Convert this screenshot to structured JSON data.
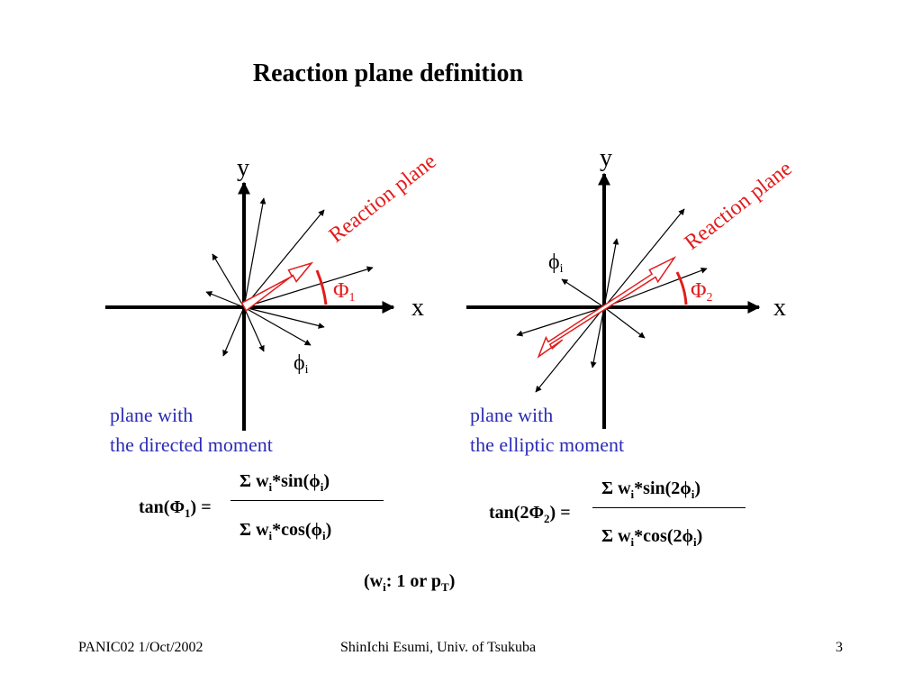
{
  "title": "Reaction plane definition",
  "left": {
    "axis_y": "y",
    "axis_x": "x",
    "reaction_plane": "Reaction plane",
    "phi_i_label": "ϕ",
    "phi_i_sub": "i",
    "angle_label": "Φ",
    "angle_sub": "1",
    "desc_line1": "plane with",
    "desc_line2": "the directed moment",
    "eq": {
      "lhs_a": "tan(Φ",
      "lhs_sub": "1",
      "lhs_b": ") =",
      "num_a": "Σ w",
      "num_sub1": "i",
      "num_b": "*sin(ϕ",
      "num_sub2": "i",
      "num_c": ")",
      "den_a": "Σ w",
      "den_sub1": "i",
      "den_b": "*cos(ϕ",
      "den_sub2": "i",
      "den_c": ")"
    }
  },
  "right": {
    "axis_y": "y",
    "axis_x": "x",
    "reaction_plane": "Reaction plane",
    "phi_i_label": "ϕ",
    "phi_i_sub": "i",
    "angle_label": "Φ",
    "angle_sub": "2",
    "desc_line1": "plane with",
    "desc_line2": "the elliptic moment",
    "eq": {
      "lhs_a": "tan(2Φ",
      "lhs_sub": "2",
      "lhs_b": ") =",
      "num_a": "Σ w",
      "num_sub1": "i",
      "num_b": "*sin(2ϕ",
      "num_sub2": "i",
      "num_c": ")",
      "den_a": "Σ w",
      "den_sub1": "i",
      "den_b": "*cos(2ϕ",
      "den_sub2": "i",
      "den_c": ")"
    }
  },
  "weights": {
    "a": "(w",
    "sub1": "i",
    "b": ": 1 or p",
    "sub2": "T",
    "c": ")"
  },
  "footer": {
    "left": "PANIC02 1/Oct/2002",
    "center": "ShinIchi Esumi, Univ. of Tsukuba",
    "page": "3"
  },
  "colors": {
    "accent_red": "#e31b1b",
    "desc_blue": "#2b2bb5",
    "text": "#000000"
  }
}
